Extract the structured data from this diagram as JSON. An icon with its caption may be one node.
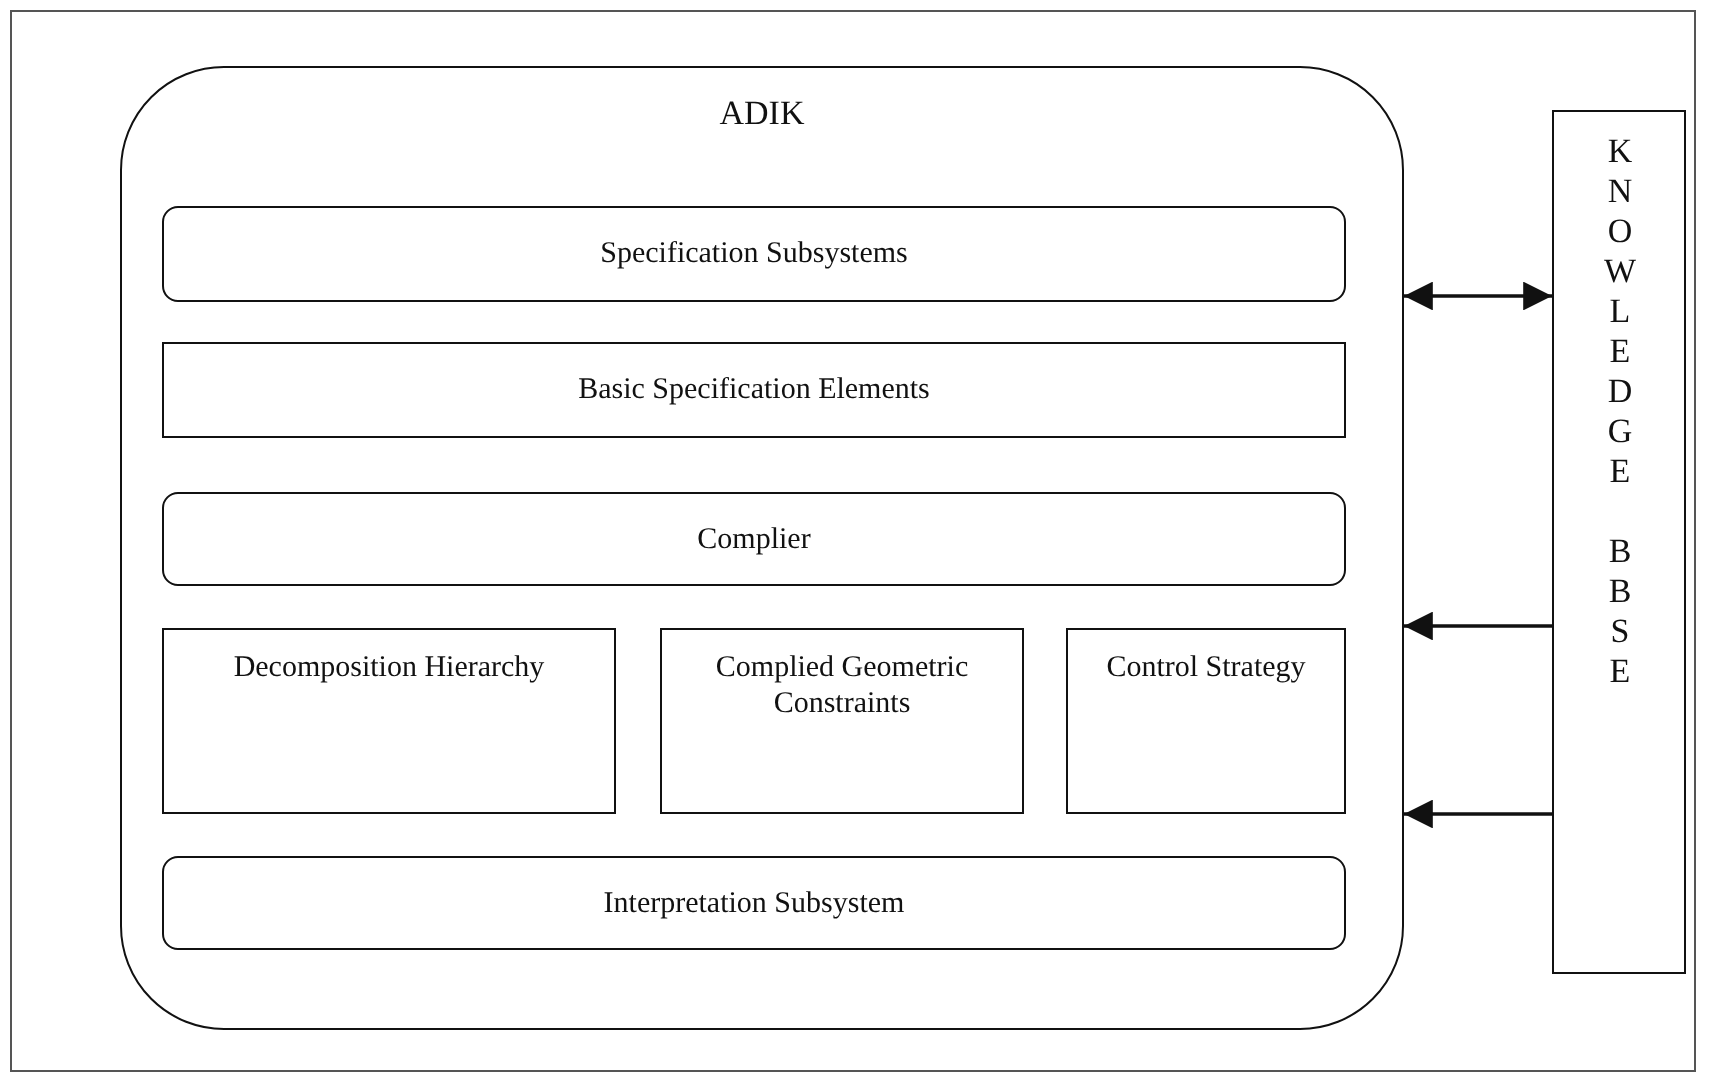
{
  "diagram": {
    "nodes": [
      {
        "text": [
          "ADIK"
        ]
      },
      {
        "text": [
          "Specification Subsystems"
        ],
        "in": 0
      },
      {
        "text": [
          "Basic Specification Elements"
        ],
        "in": 0
      },
      {
        "text": [
          "Complier"
        ],
        "in": 0
      },
      {
        "text": [
          "Decomposition Hierarchy"
        ],
        "in": 0
      },
      {
        "text": [
          "Complied Geometric Constraints"
        ],
        "in": 0
      },
      {
        "text": [
          "Control Strategy"
        ],
        "in": 0
      },
      {
        "text": [
          "Interpretation Subsystem"
        ],
        "in": 0
      },
      {
        "text": [
          "KNOWLEDGE BBSE"
        ]
      }
    ],
    "edges": [
      {
        "from": 0,
        "to": 8,
        "arrow": "both"
      },
      {
        "from": 8,
        "to": 0,
        "arrow": "to"
      },
      {
        "from": 8,
        "to": 0,
        "arrow": "to"
      }
    ]
  }
}
